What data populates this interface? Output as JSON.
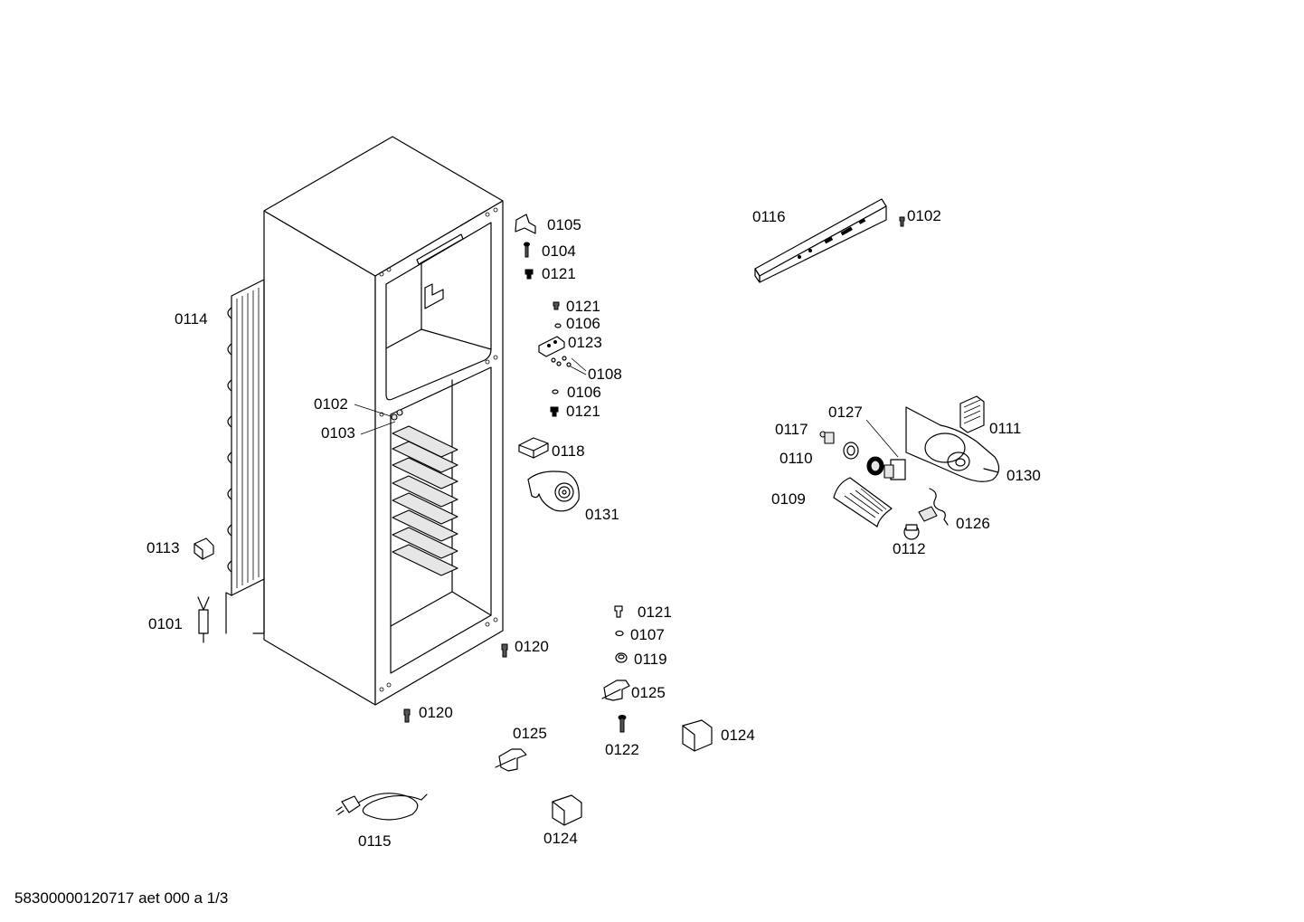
{
  "labels": {
    "l0105": "0105",
    "l0104": "0104",
    "l0121a": "0121",
    "l0121b": "0121",
    "l0106a": "0106",
    "l0123": "0123",
    "l0108": "0108",
    "l0106b": "0106",
    "l0121c": "0121",
    "l0118": "0118",
    "l0131": "0131",
    "l0114": "0114",
    "l0102a": "0102",
    "l0103": "0103",
    "l0113": "0113",
    "l0101": "0101",
    "l0120a": "0120",
    "l0120b": "0120",
    "l0121d": "0121",
    "l0107": "0107",
    "l0119": "0119",
    "l0125a": "0125",
    "l0125b": "0125",
    "l0122": "0122",
    "l0124a": "0124",
    "l0124b": "0124",
    "l0115": "0115",
    "l0116": "0116",
    "l0102b": "0102",
    "l0127": "0127",
    "l0117": "0117",
    "l0110": "0110",
    "l0109": "0109",
    "l0111": "0111",
    "l0130": "0130",
    "l0126": "0126",
    "l0112": "0112"
  },
  "footer": "58300000120717 aet 000 a 1/3"
}
